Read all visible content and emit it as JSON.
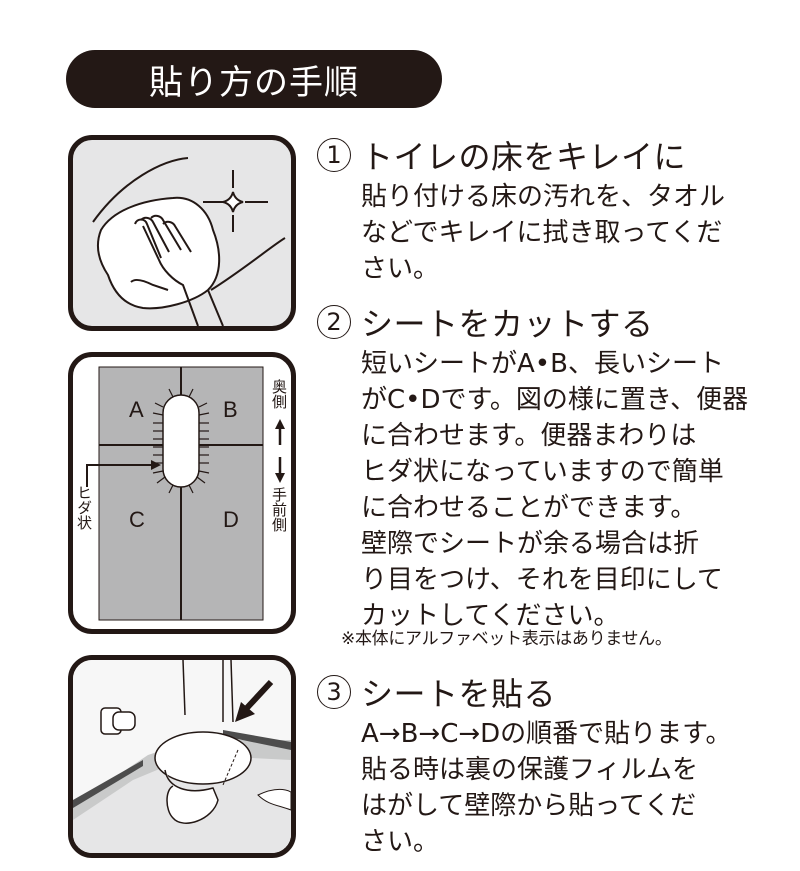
{
  "header": {
    "title": "貼り方の手順"
  },
  "steps": [
    {
      "number": "1",
      "title": "トイレの床をキレイに",
      "body_lines": [
        "貼り付ける床の汚れを、タオル",
        "などでキレイに拭き取ってくだ",
        "さい。"
      ],
      "illustration": "hand-wiping-floor-with-towel"
    },
    {
      "number": "2",
      "title": "シートをカットする",
      "body_lines": [
        "短いシートがA•B、長いシート",
        "がC•Dです。図の様に置き、便器",
        "に合わせます。便器まわりは",
        "ヒダ状になっていますので簡単",
        "に合わせることができます。",
        "壁際でシートが余る場合は折",
        "り目をつけ、それを目印にして",
        "カットしてください。"
      ],
      "note": "※本体にアルファベット表示はありません。",
      "illustration": "sheet-layout-diagram",
      "diagram": {
        "sheet_labels": [
          "A",
          "B",
          "C",
          "D"
        ],
        "pleat_label": "ヒダ状",
        "back_label": "奥側",
        "front_label": "手前側",
        "back_arrow": "↑",
        "front_arrow": "↓"
      }
    },
    {
      "number": "3",
      "title": "シートを貼る",
      "body_lines": [
        "A→B→C→Dの順番で貼ります。",
        "貼る時は裏の保護フィルムを",
        "はがして壁際から貼ってくだ",
        "さい。"
      ],
      "illustration": "toilet-floor-sheet-applied"
    }
  ],
  "colors": {
    "ink": "#231815",
    "panel_gray": "#e6e6e7",
    "sheet_gray": "#b5b5b6",
    "white": "#ffffff"
  }
}
